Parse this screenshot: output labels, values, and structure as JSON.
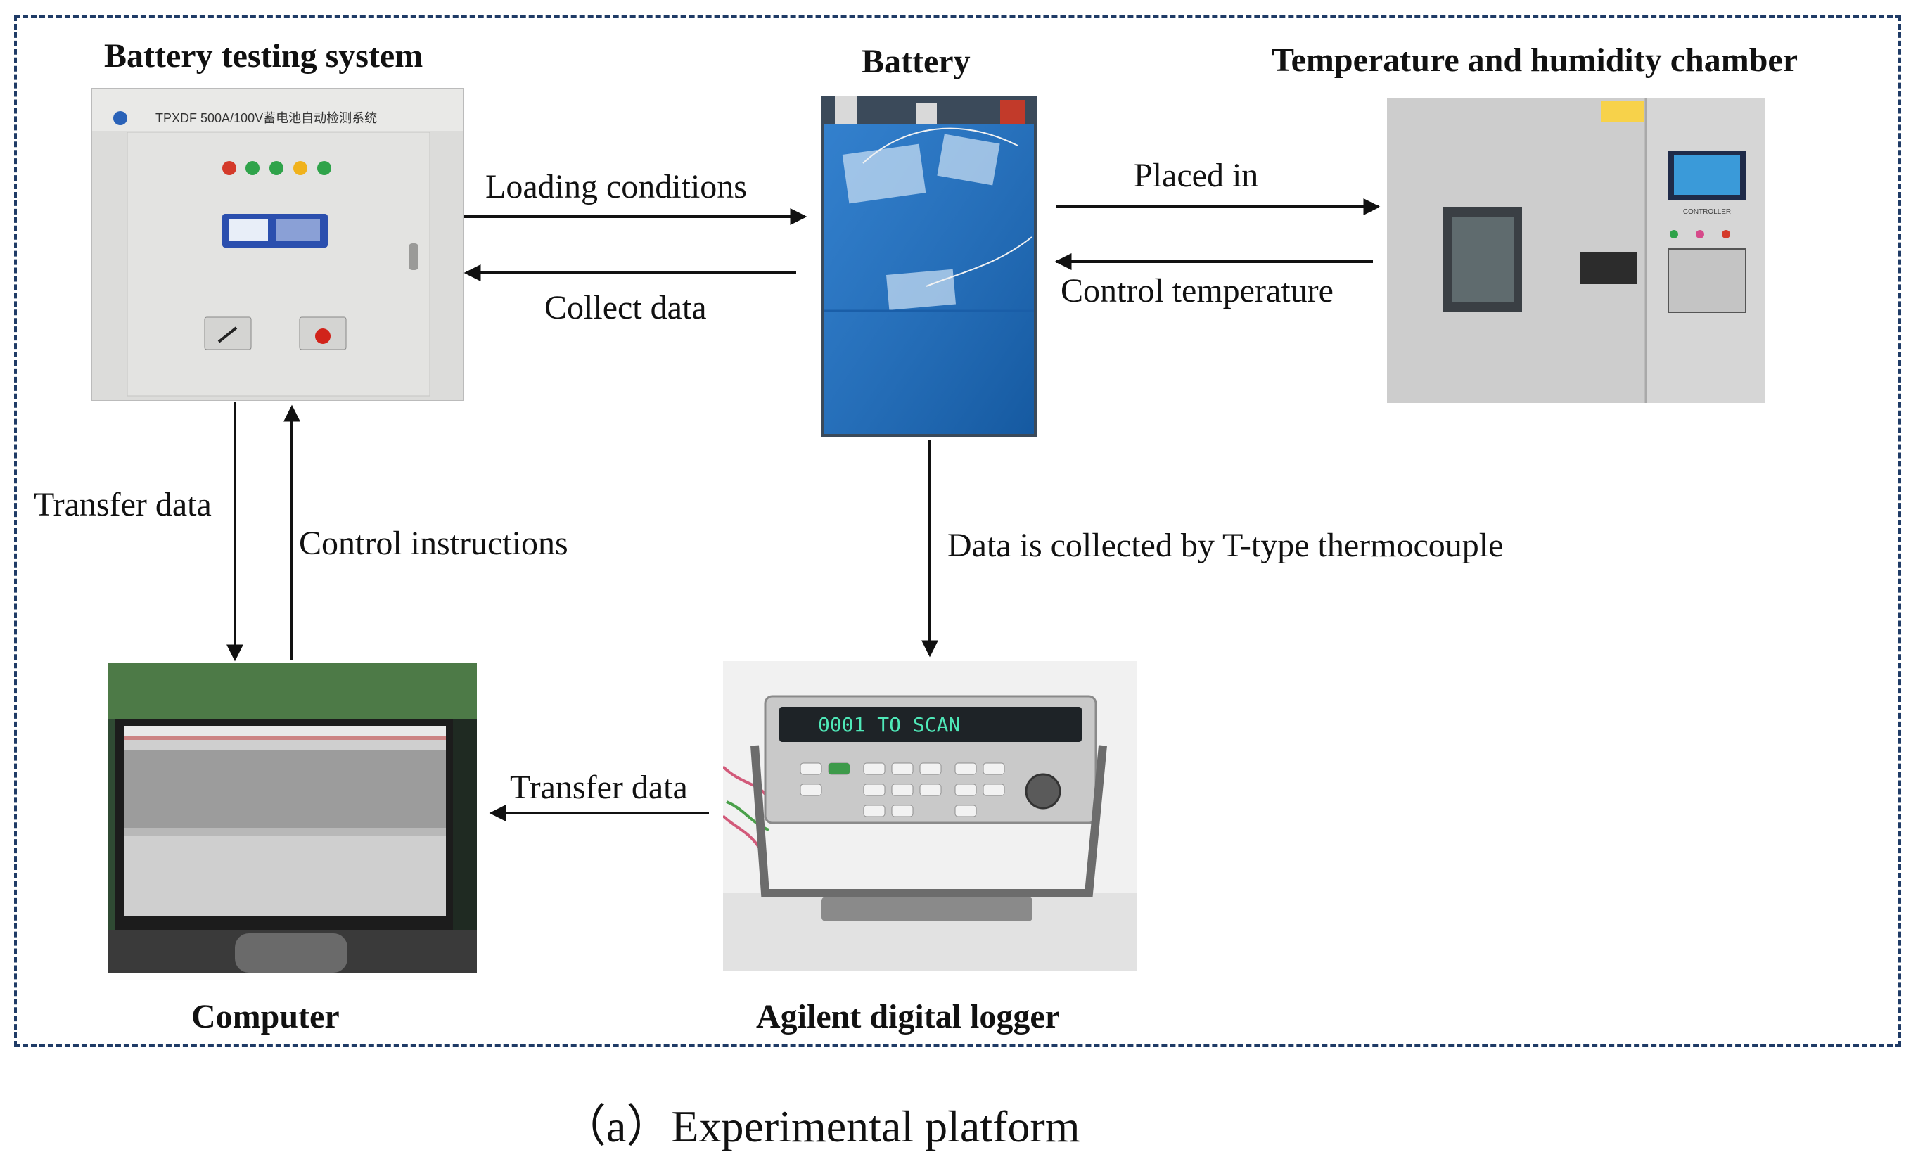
{
  "titles": {
    "battery_testing_system": "Battery testing system",
    "battery": "Battery",
    "chamber": "Temperature and humidity chamber",
    "computer": "Computer",
    "logger": "Agilent digital logger"
  },
  "arrows": {
    "loading_conditions": "Loading conditions",
    "collect_data": "Collect data",
    "placed_in": "Placed in",
    "control_temperature": "Control temperature",
    "transfer_data_left": "Transfer data",
    "control_instructions": "Control instructions",
    "thermocouple": "Data is collected by T-type thermocouple",
    "transfer_data_bottom": "Transfer data"
  },
  "photo_text": {
    "tester_header": "TPXDF 500A/100V蓄电池自动检测系统",
    "logger_display": "0001  TO SCAN",
    "chamber_brand": "CONTROLLER"
  },
  "caption": "（a）Experimental platform",
  "colors": {
    "frame": "#1f3b66",
    "arrow": "#111111",
    "battery_blue": "#1e6fc0"
  }
}
